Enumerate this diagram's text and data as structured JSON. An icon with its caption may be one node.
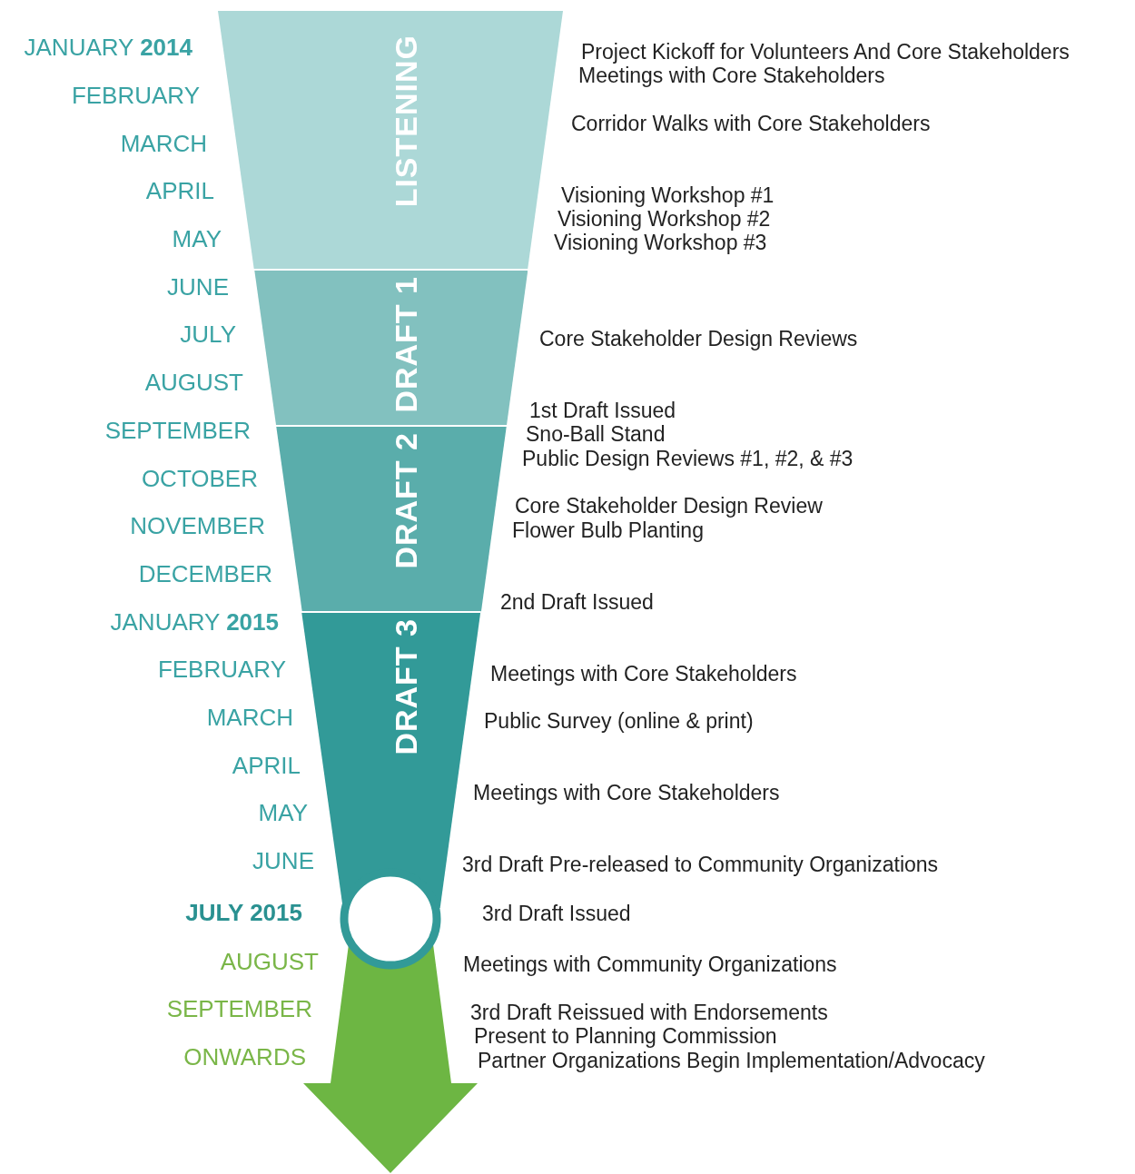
{
  "diagram": {
    "nodes": [
      {
        "text": [
          "LISTENING"
        ]
      },
      {
        "text": [
          "DRAFT 1"
        ]
      },
      {
        "text": [
          "DRAFT 2"
        ]
      },
      {
        "text": [
          "DRAFT 3"
        ]
      },
      {
        "text": [],
        "shape": "circle"
      },
      {
        "text": [],
        "shape": "arrow"
      }
    ],
    "labels": [
      "JANUARY **2014**",
      "FEBRUARY",
      "MARCH",
      "APRIL",
      "MAY",
      "JUNE",
      "JULY",
      "AUGUST",
      "SEPTEMBER",
      "OCTOBER",
      "NOVEMBER",
      "DECEMBER",
      "JANUARY **2015**",
      "FEBRUARY",
      "MARCH",
      "APRIL",
      "MAY",
      "JUNE",
      "JULY 2015",
      "AUGUST",
      "SEPTEMBER",
      "ONWARDS",
      "Project Kickoff for Volunteers And Core Stakeholders",
      "Meetings with Core Stakeholders",
      "Corridor Walks with Core Stakeholders",
      "Visioning Workshop #1",
      "Visioning Workshop #2",
      "Visioning Workshop #3",
      "Core Stakeholder Design Reviews",
      "1st Draft Issued",
      "Sno-Ball Stand",
      "Public Design Reviews #1, #2, & #3",
      "Core Stakeholder Design Review",
      "Flower Bulb Planting",
      "2nd Draft Issued",
      "Meetings with Core Stakeholders",
      "Public Survey (online & print)",
      "Meetings with Core Stakeholders",
      "3rd Draft Pre-released to Community Organizations",
      "3rd Draft Issued",
      "Meetings with Community Organizations",
      "3rd Draft Reissued with Endorsements",
      "Present to Planning Commission",
      "Partner Organizations Begin Implementation/Advocacy"
    ]
  }
}
